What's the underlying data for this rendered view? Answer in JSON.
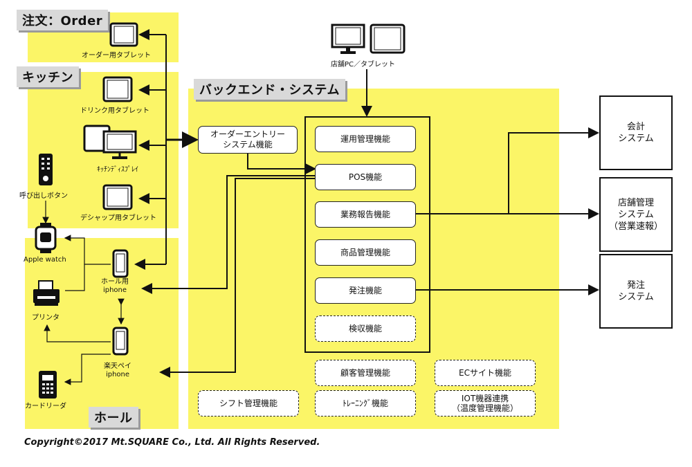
{
  "zones": {
    "order": "注文：Order",
    "kitchen": "キッチン",
    "hall": "ホール",
    "backend": "バックエンド・システム"
  },
  "devices": {
    "order_tablet": "オーダー用タブレット",
    "drink_tablet": "ドリンク用タブレット",
    "kitchen_display": "ｷｯﾁﾝﾃﾞｨｽﾌﾟﾚｲ",
    "dishup_tablet": "デシャップ用タブレット",
    "call_button": "呼び出しボタン",
    "apple_watch": "Apple watch",
    "printer": "プリンタ",
    "card_reader": "カードリーダ",
    "hall_iphone": "ホール用\niphone",
    "rakuten_iphone": "楽天ペイ\niphone",
    "store_pc": "店舗PC／タブレット"
  },
  "order_entry": "オーダーエントリー\nシステム機能",
  "functions": [
    "運用管理機能",
    "POS機能",
    "業務報告機能",
    "商品管理機能",
    "発注機能",
    "検収機能"
  ],
  "optional_functions": {
    "customer": "顧客管理機能",
    "ec": "ECサイト機能",
    "shift": "シフト管理機能",
    "training": "ﾄﾚｰﾆﾝｸﾞ機能",
    "iot": "IOT機器連携\n（温度管理機能）"
  },
  "external_systems": {
    "accounting": "会計\nシステム",
    "store_mgmt": "店舗管理\nシステム\n（営業速報）",
    "ordering": "発注\nシステム"
  },
  "copyright": "Copyright©2017 Mt.SQUARE  Co., Ltd. All Rights Reserved.",
  "colors": {
    "zone": "#fbf567",
    "tab": "#d9d9d9",
    "line": "#111111"
  }
}
